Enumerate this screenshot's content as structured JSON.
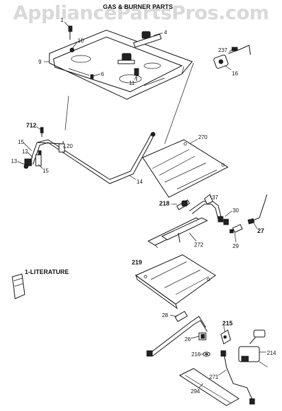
{
  "watermark": "AppliancePartsPros.com",
  "title": "GAS & BURNER PARTS",
  "callouts": {
    "c1": "1",
    "c4": "4",
    "c10": "10",
    "c9": "9",
    "c6": "6",
    "c11": "11",
    "c237": "237",
    "c16": "16",
    "c712": "712",
    "c15a": "15",
    "c20": "20",
    "c12": "12",
    "c13": "13",
    "c15b": "15",
    "c14": "14",
    "c270": "270",
    "c37": "37",
    "c218": "218",
    "c30": "30",
    "c27": "27",
    "c272": "272",
    "c29": "29",
    "c219": "219",
    "c28": "28",
    "c215": "215",
    "c26": "26",
    "c214": "214",
    "c216": "216",
    "c271": "271",
    "c294": "294"
  },
  "literature_label": "1-LITERATURE"
}
